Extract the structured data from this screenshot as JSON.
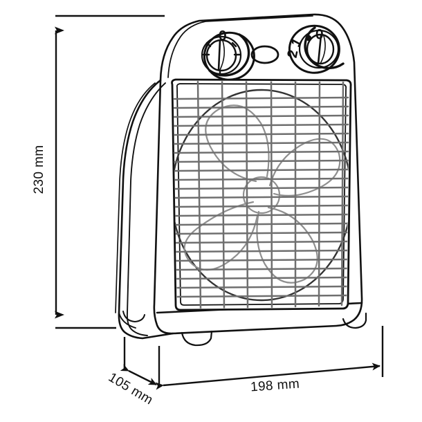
{
  "drawing": {
    "title": "Fan heater dimensioned technical drawing",
    "subject": "fan-heater",
    "style": "line-art-outline",
    "line_color": "#111111",
    "grille_line_color": "#6d6d6d",
    "fan_line_color": "#8a8a8a",
    "background_color": "#ffffff"
  },
  "dimensions": {
    "height": {
      "label": "230 mm",
      "value": 230,
      "unit": "mm",
      "axis": "vertical",
      "rotation_deg": -90
    },
    "depth": {
      "label": "105 mm",
      "value": 105,
      "unit": "mm",
      "axis": "diagonal",
      "rotation_deg": 31
    },
    "width": {
      "label": "198 mm",
      "value": 198,
      "unit": "mm",
      "axis": "horizontal",
      "rotation_deg": -4
    }
  },
  "controls": {
    "thermostat_knob": {
      "name": "thermostat-knob",
      "marks": [
        "0"
      ]
    },
    "power_knob": {
      "name": "power-mode-knob",
      "marks": [
        "0",
        "1",
        "2"
      ],
      "dot_mark": "●"
    },
    "indicator_light": {
      "name": "indicator-light",
      "shape": "oval"
    }
  },
  "grille": {
    "horizontal_bars": 24,
    "vertical_bars": 7,
    "fan_blades": 4
  }
}
